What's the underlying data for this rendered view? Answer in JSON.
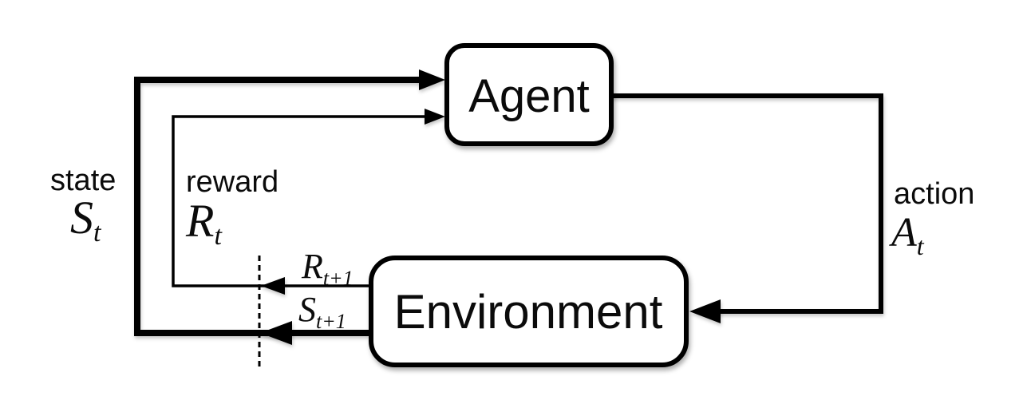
{
  "diagram": {
    "background": "#ffffff",
    "stroke_color": "#000000",
    "nodes": {
      "agent": {
        "label": "Agent"
      },
      "environment": {
        "label": "Environment"
      }
    },
    "edges": {
      "state": {
        "word": "state",
        "symbol": "S",
        "subscript": "t"
      },
      "reward": {
        "word": "reward",
        "symbol": "R",
        "subscript": "t"
      },
      "action": {
        "word": "action",
        "symbol": "A",
        "subscript": "t"
      },
      "next_reward": {
        "symbol": "R",
        "subscript": "t+1"
      },
      "next_state": {
        "symbol": "S",
        "subscript": "t+1"
      }
    }
  }
}
